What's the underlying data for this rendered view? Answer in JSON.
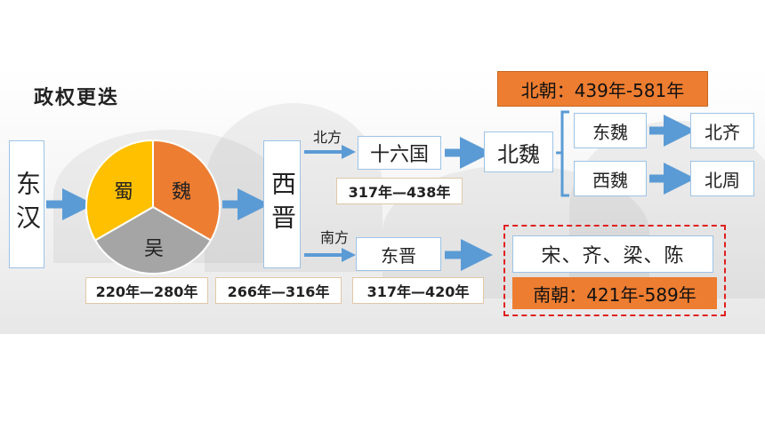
{
  "title": "政权更迭",
  "nodes": {
    "donghan": "东汉",
    "shu": "蜀",
    "wei": "魏",
    "wu": "吴",
    "xijin": "西晋",
    "north_label": "北方",
    "south_label": "南方",
    "shiliuguo": "十六国",
    "dongjin": "东晋",
    "beiwei": "北魏",
    "dongwei": "东魏",
    "xiwei": "西魏",
    "beiqi": "北齐",
    "beizhou": "北周",
    "southern_dynasties": "宋、齐、梁、陈"
  },
  "periods": {
    "three_kingdoms": "220年—280年",
    "xijin": "266年—316年",
    "shiliuguo": "317年—438年",
    "dongjin": "317年—420年",
    "beichao": "北朝：439年-581年",
    "nanchao": "南朝：421年-589年"
  },
  "colors": {
    "shu": "#ffc000",
    "wei": "#ed7d31",
    "wu": "#a5a5a5",
    "arrow": "#5b9bd5",
    "box_border": "#9dc3e6",
    "highlight": "#ed7d31",
    "dashed_border": "#e02020"
  }
}
